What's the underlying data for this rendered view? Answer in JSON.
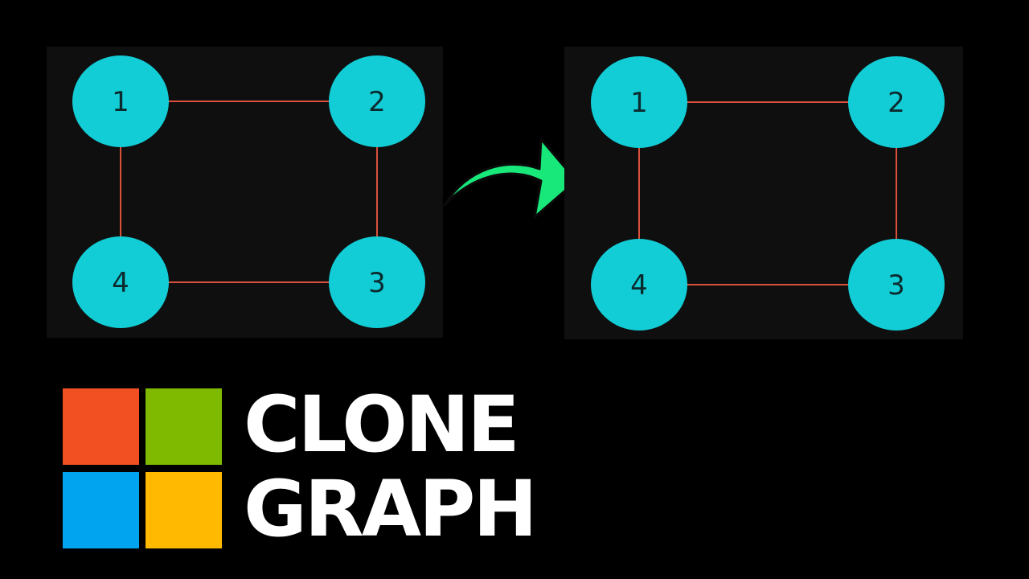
{
  "graphs": [
    {
      "id": "original",
      "nodes": [
        {
          "label": "1"
        },
        {
          "label": "2"
        },
        {
          "label": "3"
        },
        {
          "label": "4"
        }
      ],
      "edges": [
        [
          "1",
          "2"
        ],
        [
          "2",
          "3"
        ],
        [
          "3",
          "4"
        ],
        [
          "4",
          "1"
        ]
      ]
    },
    {
      "id": "clone",
      "nodes": [
        {
          "label": "1"
        },
        {
          "label": "2"
        },
        {
          "label": "3"
        },
        {
          "label": "4"
        }
      ],
      "edges": [
        [
          "1",
          "2"
        ],
        [
          "2",
          "3"
        ],
        [
          "3",
          "4"
        ],
        [
          "4",
          "1"
        ]
      ]
    }
  ],
  "colors": {
    "node_fill": "#12cdd6",
    "edge": "#d9503c",
    "arrow": "#18e77a",
    "logo_red": "#f25022",
    "logo_green": "#7fba00",
    "logo_blue": "#00a4ef",
    "logo_yellow": "#ffb900",
    "title": "#ffffff"
  },
  "logo_icon": "microsoft-logo-icon",
  "arrow_icon": "curved-arrow-right-icon",
  "title": {
    "line1": "CLONE",
    "line2": "GRAPH"
  }
}
